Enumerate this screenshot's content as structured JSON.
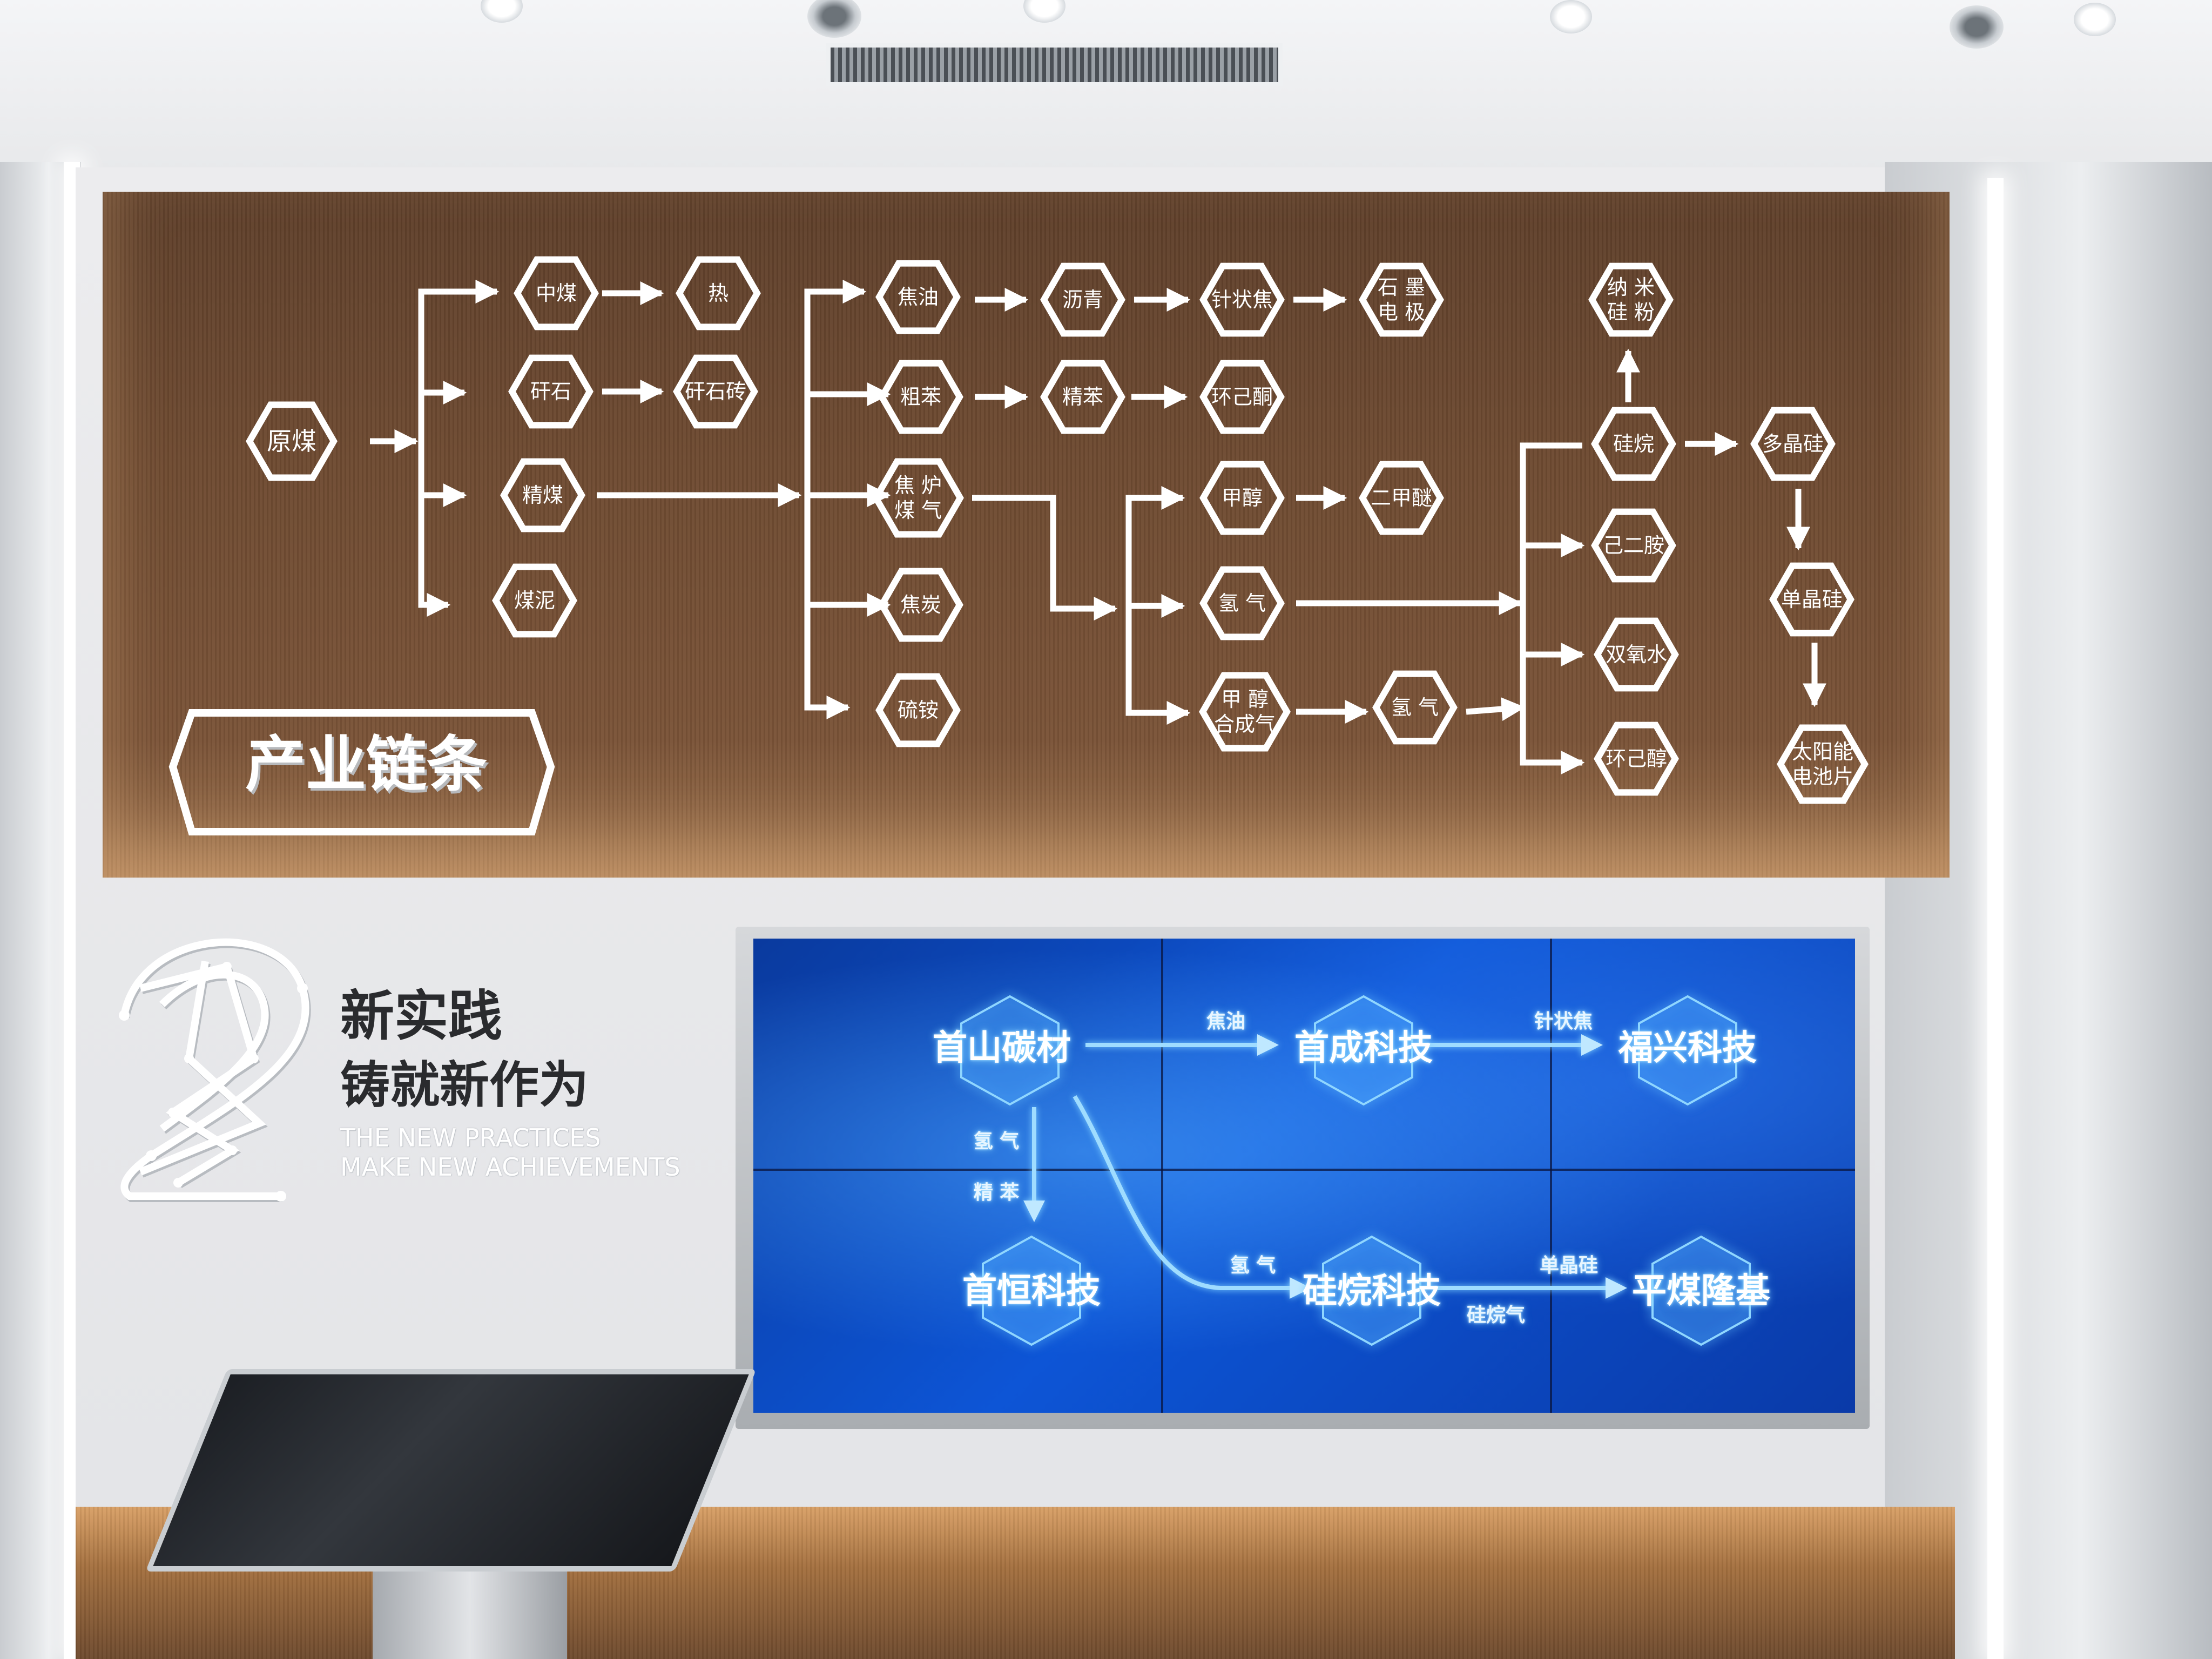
{
  "industry_chain": {
    "title": "产业链条",
    "nodes": {
      "yuanmei": "原煤",
      "zhongmei": "中煤",
      "re": "热",
      "ganshi": "矸石",
      "ganshizhuan": "矸石砖",
      "jingmei": "精煤",
      "meini": "煤泥",
      "jiaoyou": "焦油",
      "liqing": "沥青",
      "zhenzhuangjiao": "针状焦",
      "shimodianji": "石 墨\n电 极",
      "cuben": "粗苯",
      "jingben": "精苯",
      "huanjitong": "环己酮",
      "jiaolumeiqi": "焦 炉\n煤 气",
      "jiaotan": "焦炭",
      "liuan": "硫铵",
      "jiachun": "甲醇",
      "erjiami": "二甲醚",
      "qingqi1": "氢 气",
      "jiachunhechengqi": "甲 醇\n合成气",
      "qingqi2": "氢 气",
      "namiguifen": "纳 米\n硅 粉",
      "guiwan": "硅烷",
      "duojinggui": "多晶硅",
      "jierxian": "己二胺",
      "shuangyangshui": "双氧水",
      "danjinggui": "单晶硅",
      "huanjichun": "环己醇",
      "taiyangneng": "太阳能\n电池片"
    }
  },
  "practice": {
    "number": "2",
    "line1": "新实践",
    "line2": "铸就新作为",
    "english": "THE NEW PRACTICES\nMAKE NEW ACHIEVEMENTS"
  },
  "screen": {
    "companies": {
      "shoushan": "首山碳材",
      "shoucheng": "首成科技",
      "fuxing": "福兴科技",
      "shouheng": "首恒科技",
      "guiwankeji": "硅烷科技",
      "pingmeilongji": "平煤隆基"
    },
    "flows": {
      "jiaoyou": "焦油",
      "zhenzhuangjiao": "针状焦",
      "qingqi_down": "氢 气",
      "jingben": "精 苯",
      "qingqi_curve": "氢 气",
      "danjinggui": "单晶硅",
      "guiwanqi": "硅烷气"
    }
  },
  "colors": {
    "wood": "#6e4a31",
    "screen_blue": "#0d55d6",
    "line_white": "#ffffff"
  }
}
